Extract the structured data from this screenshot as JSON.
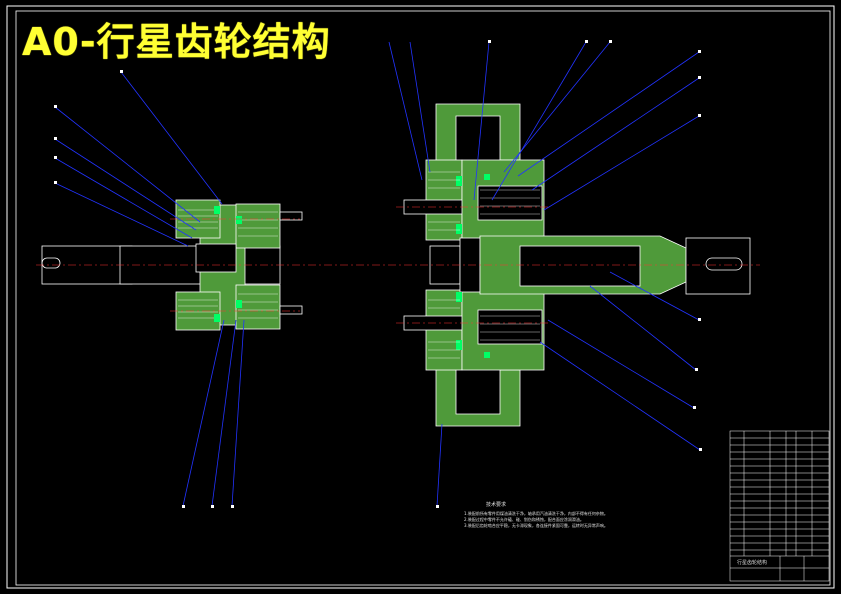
{
  "title": "A0-行星齿轮结构",
  "technical_notes": {
    "heading": "技术要求",
    "lines": [
      "1.装配前所有零件用煤油清洗干净，轴承用汽油清洗干净，内部不得有任何杂物。",
      "2.装配过程中零件不允许磕、碰、划伤和锈蚀，配合面应涂润滑油。",
      "3.装配后齿轮啮合应平稳，无卡滞现象，各连接件紧固可靠，运转时无异常声响。"
    ]
  },
  "title_block": {
    "drawing_name": "行星齿轮结构"
  },
  "colors": {
    "background": "#000000",
    "outline": "#ffffff",
    "section_fill": "#4f9a3a",
    "seal": "#00ff66",
    "centerline": "#ff3333",
    "leader": "#2233ff",
    "title": "#ffff33"
  }
}
